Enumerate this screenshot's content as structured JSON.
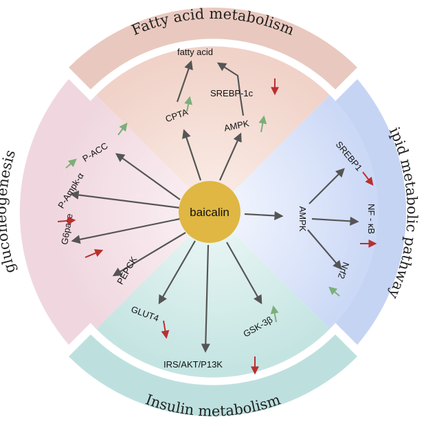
{
  "center": {
    "label": "baicalin"
  },
  "sections": {
    "fatty_acid": {
      "title": "Fatty acid metabolism",
      "nodes": {
        "fatty_acid": "fatty acid",
        "cpta": "CPTA",
        "srebp1c": "SREBP-1c",
        "ampk": "AMPK"
      }
    },
    "lipid": {
      "title": "Lipid metabolic pathways",
      "nodes": {
        "ampk": "AMPK",
        "srebp1": "SREBP1",
        "nfkb": "NF - κB",
        "nrf2": "Nrf2"
      }
    },
    "insulin": {
      "title": "Insulin metabolism",
      "nodes": {
        "glut4": "GLUT4",
        "irs": "IRS/AKT/P13K",
        "gsk": "GSK-3β"
      }
    },
    "gluconeogenesis": {
      "title": "gluconeogenesis",
      "nodes": {
        "pacc": "P-ACC",
        "pampk": "P-Ampk-α",
        "g6pase": "G6pase",
        "pepck": "PEPCK"
      }
    }
  },
  "colors": {
    "center": "#dfb742",
    "up_arrow": "#7cae7a",
    "down_arrow": "#b8302f",
    "fatty_ring": "#eccfc8",
    "lipid_ring": "#c5d2f2",
    "insulin_ring": "#bfe2e2",
    "gluco_ring": "#f0d9e2"
  }
}
